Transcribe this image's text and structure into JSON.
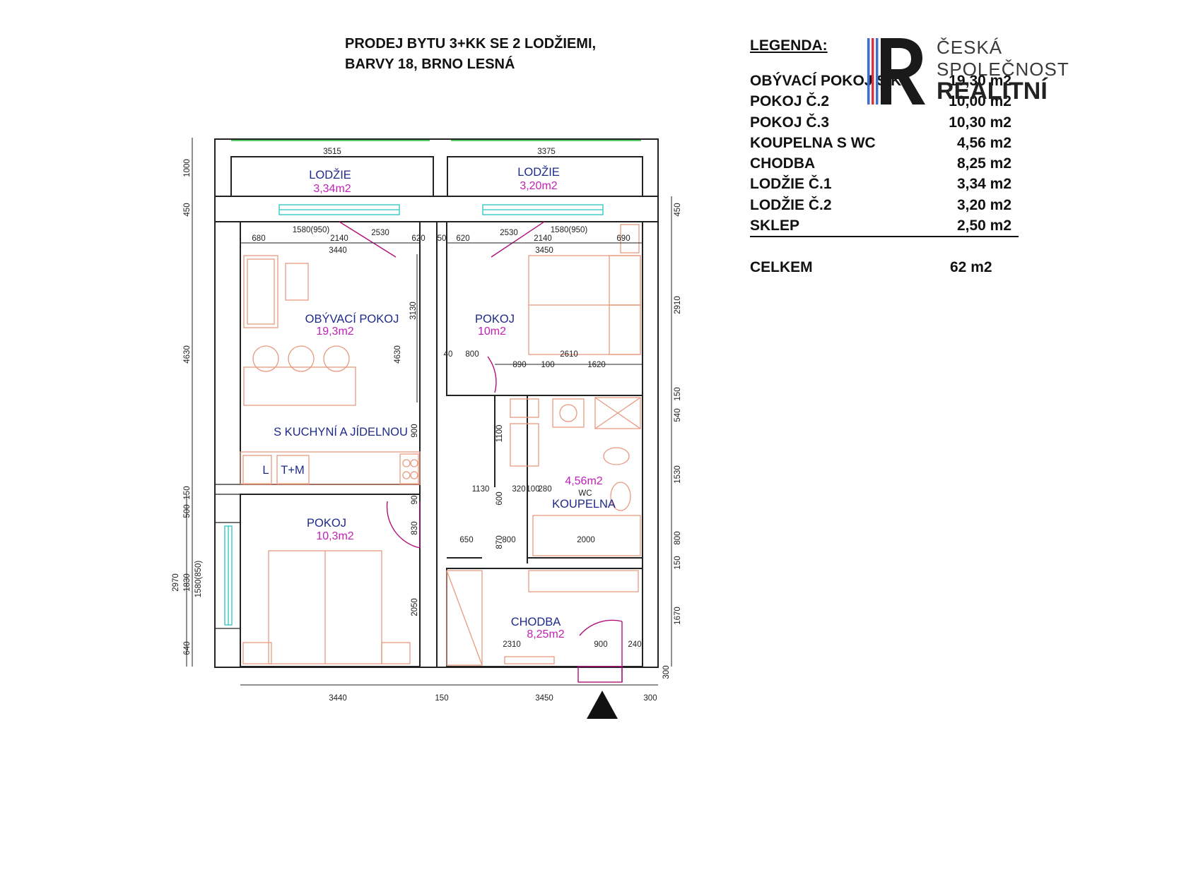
{
  "title": {
    "line1": "PRODEJ BYTU 3+KK SE 2 LODŽIEMI,",
    "line2": "BARVY 18, BRNO LESNÁ"
  },
  "legend": {
    "heading": "LEGENDA:",
    "rows": [
      {
        "label": "OBÝVACÍ POKOJ S K",
        "value": "19,30 m2"
      },
      {
        "label": "POKOJ Č.2",
        "value": "10,00 m2"
      },
      {
        "label": "POKOJ Č.3",
        "value": "10,30 m2"
      },
      {
        "label": "KOUPELNA S WC",
        "value": "4,56 m2"
      },
      {
        "label": "CHODBA",
        "value": "8,25 m2"
      },
      {
        "label": "LODŽIE Č.1",
        "value": "3,34 m2"
      },
      {
        "label": "LODŽIE Č.2",
        "value": "3,20 m2"
      },
      {
        "label": "SKLEP",
        "value": "2,50 m2"
      }
    ],
    "total_label": "CELKEM",
    "total_value": "62 m2"
  },
  "logo": {
    "line1": "ČESKÁ",
    "line2": "SPOLEČNOST",
    "line3": "REALITNÍ"
  },
  "rooms": {
    "lodzie1_name": "LODŽIE",
    "lodzie1_area": "3,34m2",
    "lodzie2_name": "LODŽIE",
    "lodzie2_area": "3,20m2",
    "obyvaci_name": "OBÝVACÍ POKOJ",
    "obyvaci_area": "19,3m2",
    "kuchyne_name": "S KUCHYNÍ A JÍDELNOU",
    "pokoj2_name": "POKOJ",
    "pokoj2_area": "10m2",
    "pokoj3_name": "POKOJ",
    "pokoj3_area": "10,3m2",
    "koupelna_area": "4,56m2",
    "koupelna_wc": "WC",
    "koupelna_name": "KOUPELNA",
    "chodba_name": "CHODBA",
    "chodba_area": "8,25m2",
    "kitchen_l": "L",
    "kitchen_tm": "T+M"
  },
  "dims": {
    "d3515": "3515",
    "d3375": "3375",
    "d1000": "1000",
    "d450a": "450",
    "d450b": "450",
    "d4630a": "4630",
    "d4630b": "4630",
    "d3130": "3130",
    "d2910": "2910",
    "d680": "680",
    "d1580a": "1580(950)",
    "d2140a": "2140",
    "d2530a": "2530",
    "d620a": "620",
    "d50": "50",
    "d3440a": "3440",
    "d620b": "620",
    "d2530b": "2530",
    "d1580b": "1580(950)",
    "d2140b": "2140",
    "d690": "690",
    "d3450a": "3450",
    "d40": "40",
    "d800": "800",
    "d2610": "2610",
    "d890": "890",
    "d100": "100",
    "d1620": "1620",
    "d150a": "150",
    "d540": "540",
    "d1100": "1100",
    "d1530": "1530",
    "d900a": "900",
    "d1130": "1130",
    "d320": "320",
    "d100b": "100",
    "d280": "280",
    "d600": "600",
    "d150b": "150",
    "d500": "500",
    "d90": "90",
    "d830": "830",
    "d2970": "2970",
    "d1830": "1830",
    "d1580c": "1580(850)",
    "d650": "650",
    "d870": "870",
    "d800b": "800",
    "d2000": "2000",
    "d800c": "800",
    "d150c": "150",
    "d2050": "2050",
    "d1670": "1670",
    "d640": "640",
    "d2310": "2310",
    "d900b": "900",
    "d240": "240",
    "d300a": "300",
    "d3440b": "3440",
    "d150d": "150",
    "d3450b": "3450",
    "d300b": "300"
  }
}
